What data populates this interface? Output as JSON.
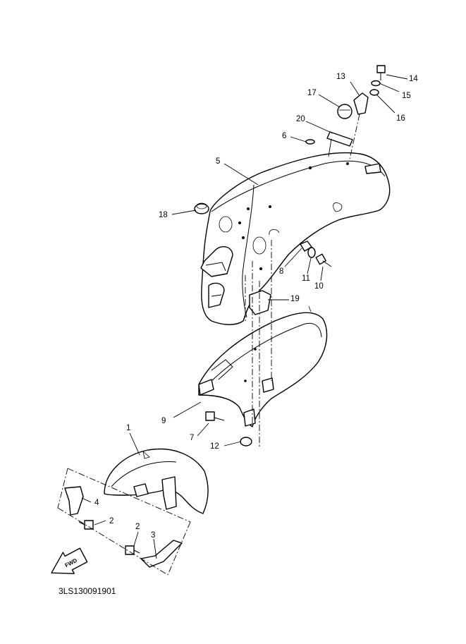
{
  "diagram_code": "3LS130091901",
  "fwd_label": "FWD",
  "callouts": {
    "c1": "1",
    "c2a": "2",
    "c2b": "2",
    "c3": "3",
    "c4": "4",
    "c5": "5",
    "c6": "6",
    "c7": "7",
    "c8": "8",
    "c9": "9",
    "c10": "10",
    "c11": "11",
    "c12": "12",
    "c13": "13",
    "c14": "14",
    "c15": "15",
    "c16": "16",
    "c17": "17",
    "c18": "18",
    "c19": "19",
    "c20": "20"
  }
}
